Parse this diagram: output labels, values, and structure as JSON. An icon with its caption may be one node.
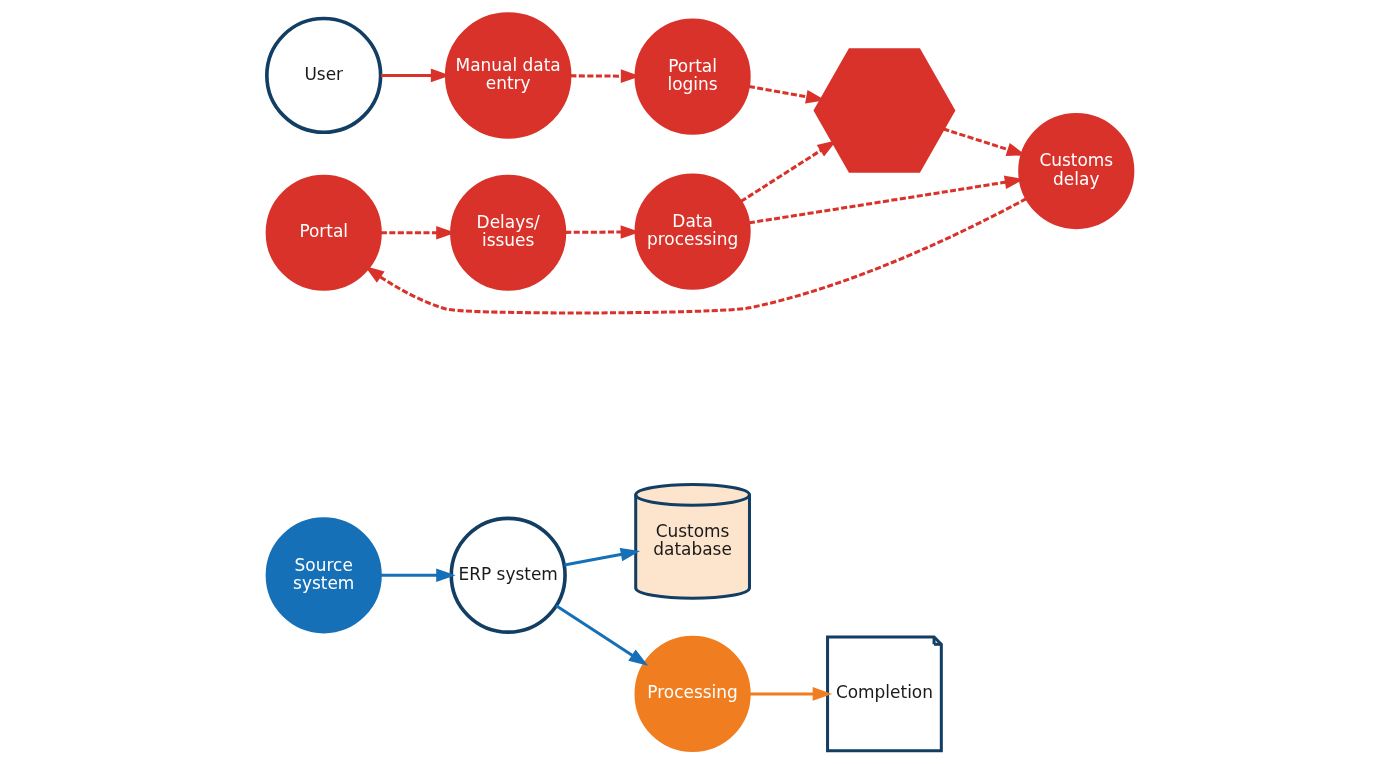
{
  "diagram": {
    "nodes": [
      {
        "text": [
          "User"
        ]
      },
      {
        "text": [
          "Manual data entry"
        ]
      },
      {
        "text": [
          "Portal logins"
        ]
      },
      {
        "text": [],
        "shape": "hexagon"
      },
      {
        "text": [
          "Portal"
        ]
      },
      {
        "text": [
          "Delays/ issues"
        ]
      },
      {
        "text": [
          "Data processing"
        ]
      },
      {
        "text": [
          "Customs delay"
        ]
      },
      {
        "text": [
          "Source system"
        ]
      },
      {
        "text": [
          "ERP system"
        ]
      },
      {
        "text": [
          "Customs database"
        ]
      },
      {
        "text": [
          "Processing"
        ]
      },
      {
        "text": [
          "Completion"
        ]
      }
    ],
    "edges": [
      {
        "from": 0,
        "to": 1,
        "arrow": "to"
      },
      {
        "from": 1,
        "to": 2,
        "arrow": "to",
        "style": "dashed"
      },
      {
        "from": 2,
        "to": 3,
        "arrow": "to",
        "style": "dashed"
      },
      {
        "from": 7,
        "to": 4,
        "arrow": "to",
        "style": "dashed"
      },
      {
        "from": 4,
        "to": 5,
        "arrow": "to",
        "style": "dashed"
      },
      {
        "from": 5,
        "to": 6,
        "arrow": "to",
        "style": "dashed"
      },
      {
        "from": 6,
        "to": 7,
        "arrow": "to",
        "style": "dashed"
      },
      {
        "from": 6,
        "to": 3,
        "arrow": "to",
        "style": "dashed"
      },
      {
        "from": 3,
        "to": 7,
        "arrow": "to",
        "style": "dashed"
      },
      {
        "from": 8,
        "to": 9,
        "arrow": "to",
        "color": "#1570b8"
      },
      {
        "from": 9,
        "to": 10,
        "arrow": "to",
        "color": "#1570b8"
      },
      {
        "from": 9,
        "to": 11,
        "arrow": "to",
        "color": "#1570b8"
      },
      {
        "from": 11,
        "to": 12,
        "arrow": "to",
        "color": "#f07d1f"
      }
    ]
  }
}
